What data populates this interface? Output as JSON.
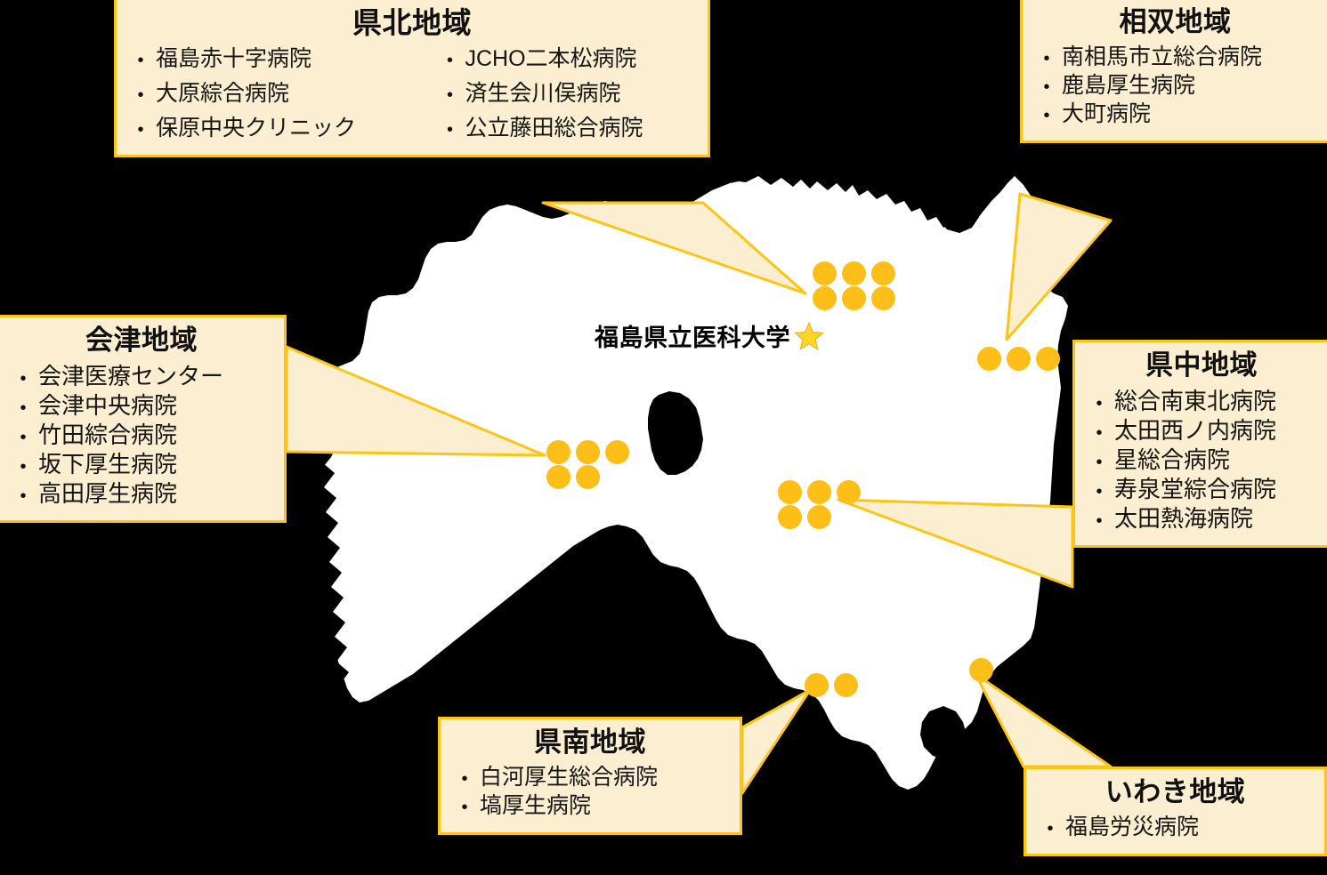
{
  "page": {
    "background_color": "#000000",
    "map_fill": "#FFFFFF",
    "lake_fill": "#000000",
    "box_fill": "#FCEFD1",
    "box_border": "#FDC513",
    "dot_color": "#FDBE17",
    "star_color": "#FFD42A",
    "center_label": "福島県立医科大学",
    "center_label_icon": "star-icon"
  },
  "regions": [
    {
      "id": "kenpoku",
      "title": "県北地域",
      "columns": 2,
      "hospitals": [
        "福島赤十字病院",
        "JCHO二本松病院",
        "大原綜合病院",
        "済生会川俣病院",
        "保原中央クリニック",
        "公立藤田総合病院"
      ],
      "dot_count": 6
    },
    {
      "id": "sousou",
      "title": "相双地域",
      "columns": 1,
      "hospitals": [
        "南相馬市立総合病院",
        "鹿島厚生病院",
        "大町病院"
      ],
      "dot_count": 3
    },
    {
      "id": "aizu",
      "title": "会津地域",
      "columns": 1,
      "hospitals": [
        "会津医療センター",
        "会津中央病院",
        "竹田綜合病院",
        "坂下厚生病院",
        "高田厚生病院"
      ],
      "dot_count": 5
    },
    {
      "id": "kenchu",
      "title": "県中地域",
      "columns": 1,
      "hospitals": [
        "総合南東北病院",
        "太田西ノ内病院",
        "星総合病院",
        "寿泉堂綜合病院",
        "太田熱海病院"
      ],
      "dot_count": 5
    },
    {
      "id": "kennan",
      "title": "県南地域",
      "columns": 1,
      "hospitals": [
        "白河厚生総合病院",
        "塙厚生病院"
      ],
      "dot_count": 2
    },
    {
      "id": "iwaki",
      "title": "いわき地域",
      "columns": 1,
      "hospitals": [
        "福島労災病院"
      ],
      "dot_count": 1
    }
  ],
  "bullet_glyph": "•",
  "dot_clusters": {
    "kenpoku": [
      [
        913,
        294
      ],
      [
        946,
        294
      ],
      [
        979,
        294
      ],
      [
        913,
        322
      ],
      [
        946,
        322
      ],
      [
        979,
        322
      ]
    ],
    "sousou": [
      [
        1098,
        390
      ],
      [
        1131,
        390
      ],
      [
        1164,
        390
      ]
    ],
    "aizu": [
      [
        614,
        495
      ],
      [
        647,
        495
      ],
      [
        680,
        495
      ],
      [
        614,
        523
      ],
      [
        647,
        523
      ]
    ],
    "kenchu": [
      [
        874,
        540
      ],
      [
        907,
        540
      ],
      [
        940,
        540
      ],
      [
        874,
        568
      ],
      [
        907,
        568
      ]
    ],
    "kennan": [
      [
        904,
        757
      ],
      [
        937,
        757
      ]
    ],
    "iwaki": [
      [
        1089,
        740
      ]
    ]
  }
}
